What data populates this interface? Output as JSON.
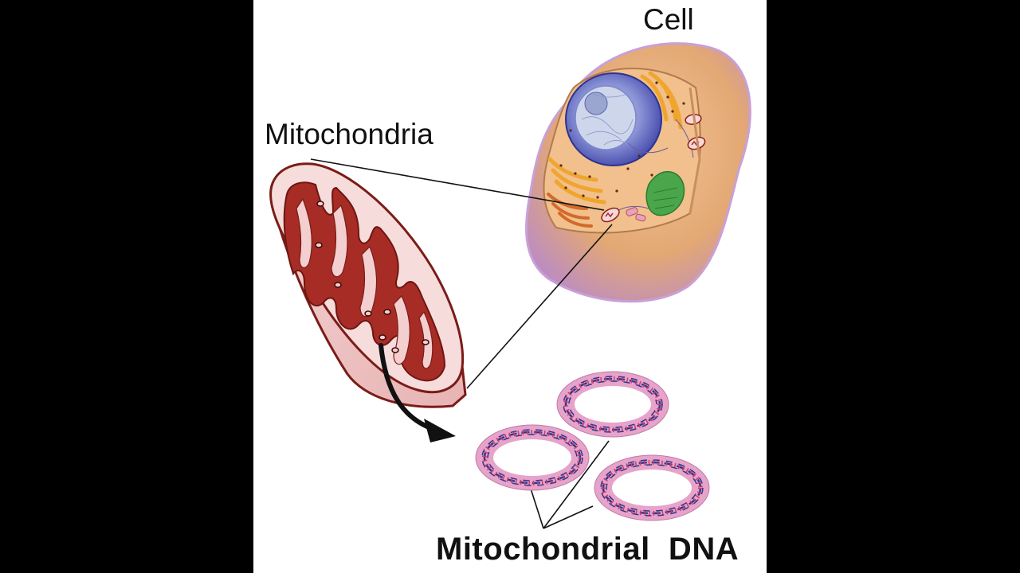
{
  "labels": {
    "cell": "Cell",
    "mitochondria": "Mitochondria",
    "mitochondrial_dna": "Mitochondrial  DNA"
  },
  "colors": {
    "background": "#ffffff",
    "letterbox": "#000000",
    "cell_cytoplasm": "#e9b27e",
    "cell_membrane": "#c79ad3",
    "nucleus": "#4a4fb3",
    "nucleolus_fill": "#b8c4dd",
    "golgi_er": "#f2ad3a",
    "chloroplast_like": "#4aa64a",
    "mitochondrion_outer": "#f6d8d8",
    "mitochondrion_inner": "#a62c25",
    "mitochondrion_edge": "#7a1c18",
    "dna_ring": "#e7a3c9",
    "dna_helix": "#2d3a8c",
    "dna_rung": "#d23b6a",
    "leader_line": "#111111"
  }
}
